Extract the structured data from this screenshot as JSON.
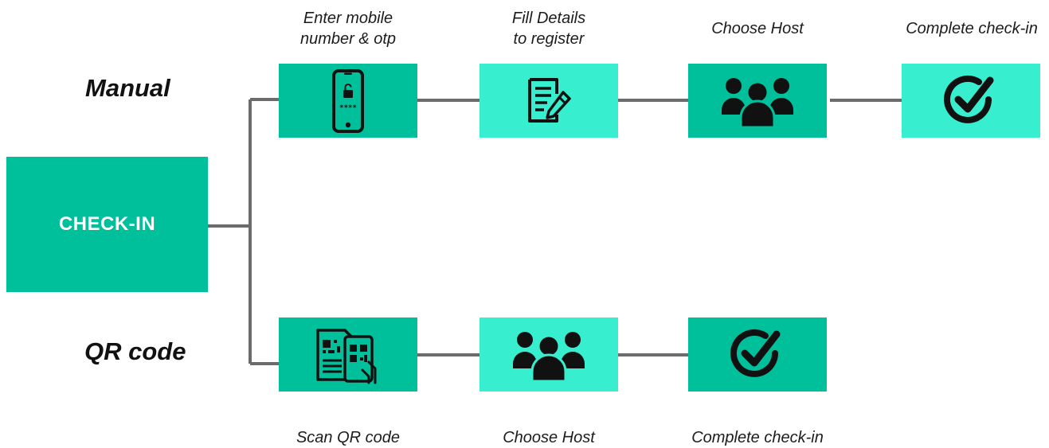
{
  "colors": {
    "dark_teal": "#00bf9b",
    "light_teal": "#37efcf",
    "connector": "#6b6b6b",
    "icon": "#111111",
    "root_text": "#ffffff"
  },
  "root": {
    "label": "CHECK-IN"
  },
  "branches": {
    "manual": {
      "label": "Manual",
      "steps": [
        {
          "label_line1": "Enter mobile",
          "label_line2": "number & otp",
          "icon": "mobile-lock-icon",
          "fill": "dark"
        },
        {
          "label_line1": "Fill Details",
          "label_line2": "to register",
          "icon": "form-edit-icon",
          "fill": "light"
        },
        {
          "label_line1": "Choose Host",
          "icon": "people-group-icon",
          "fill": "dark"
        },
        {
          "label_line1": "Complete check-in",
          "icon": "check-circle-icon",
          "fill": "light"
        }
      ]
    },
    "qr": {
      "label": "QR code",
      "steps": [
        {
          "label_line1": "Scan QR code",
          "icon": "qr-scan-icon",
          "fill": "dark"
        },
        {
          "label_line1": "Choose Host",
          "icon": "people-group-icon",
          "fill": "light"
        },
        {
          "label_line1": "Complete check-in",
          "icon": "check-circle-icon",
          "fill": "dark"
        }
      ]
    }
  }
}
